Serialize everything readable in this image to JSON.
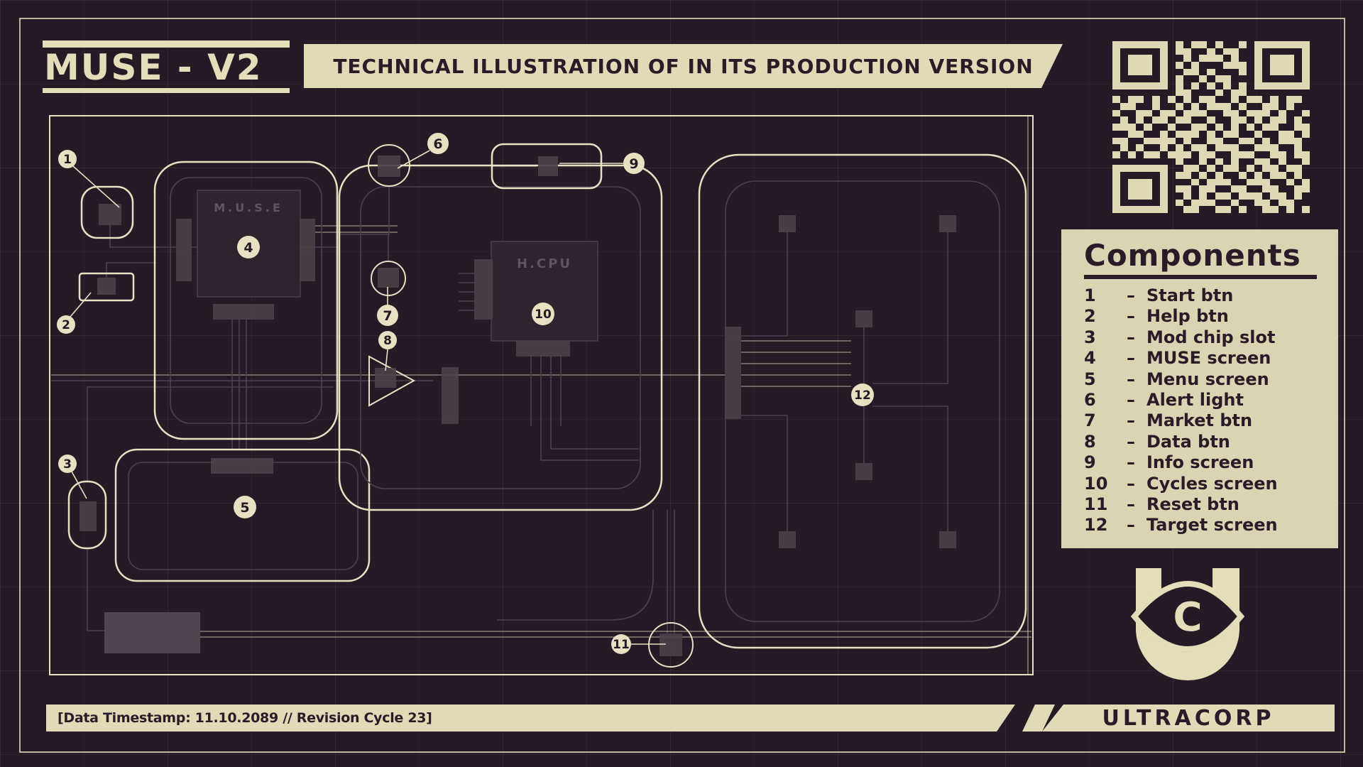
{
  "header": {
    "product_title": "MUSE - V2",
    "subtitle": "TECHNICAL ILLUSTRATION OF IN ITS PRODUCTION VERSION"
  },
  "qr": {
    "rows": [
      "1111111010110100101111111",
      "1000001011001011001000001",
      "1011101001011101001011101",
      "1011101010100011101011101",
      "1011101001101000101011101",
      "1000001010010110001000001",
      "1111111010101010101111111",
      "0000000011000101100000000",
      "1011010101011001011010110",
      "0110010010101110100110100",
      "1001101101110011011101001",
      "0101011011001001101011010",
      "1110100100110101010110011",
      "0011001011101011001001101",
      "1100111101001100110101110",
      "0101001010110111001110010",
      "1010110111011001110011011",
      "0000000010010101001101001",
      "1111111001101011010110110",
      "1000001011010100101011010",
      "1011101000101110011100101",
      "1011101011011001100110011",
      "1011101001010110111011010",
      "1000001010111001001101100",
      "1111111001100110100110101"
    ]
  },
  "components_panel": {
    "title": "Components",
    "separator": "–",
    "items": [
      {
        "num": "1",
        "label": "Start btn"
      },
      {
        "num": "2",
        "label": "Help btn"
      },
      {
        "num": "3",
        "label": "Mod chip slot"
      },
      {
        "num": "4",
        "label": "MUSE screen"
      },
      {
        "num": "5",
        "label": "Menu screen"
      },
      {
        "num": "6",
        "label": "Alert light"
      },
      {
        "num": "7",
        "label": "Market btn"
      },
      {
        "num": "8",
        "label": "Data btn"
      },
      {
        "num": "9",
        "label": "Info screen"
      },
      {
        "num": "10",
        "label": "Cycles screen"
      },
      {
        "num": "11",
        "label": "Reset btn"
      },
      {
        "num": "12",
        "label": "Target screen"
      }
    ]
  },
  "diagram": {
    "chip_labels": {
      "muse": "M.U.S.E",
      "hcpu": "H.CPU"
    },
    "callouts": [
      "1",
      "2",
      "3",
      "4",
      "5",
      "6",
      "7",
      "8",
      "9",
      "10",
      "11",
      "12"
    ]
  },
  "footer": {
    "timestamp": "[Data Timestamp: 11.10.2089 // Revision Cycle 23]",
    "brand": "ULTRACORP",
    "logo_letter": "C"
  },
  "colors": {
    "background": "#251b27",
    "cream": "#e0dab6",
    "ink": "#2b1b29",
    "faint_line": "#4a4050"
  }
}
